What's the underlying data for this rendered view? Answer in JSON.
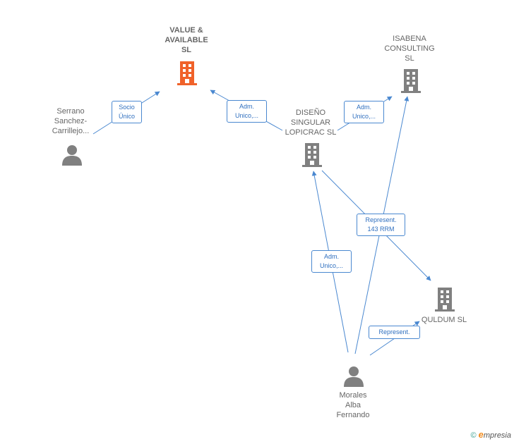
{
  "colors": {
    "edge": "#4a88d0",
    "company_main": "#f0622a",
    "company": "#808080",
    "person": "#808080"
  },
  "nodes": {
    "value_available": {
      "label_lines": [
        "VALUE &",
        "AVAILABLE",
        "SL"
      ],
      "icon": "building-icon"
    },
    "isabena": {
      "label_lines": [
        "ISABENA",
        "CONSULTING",
        "SL"
      ],
      "icon": "building-icon"
    },
    "diseno": {
      "label_lines": [
        "DISEÑO",
        "SINGULAR",
        "LOPICRAC  SL"
      ],
      "icon": "building-icon"
    },
    "quldum": {
      "label_lines": [
        "QULDUM  SL"
      ],
      "icon": "building-icon"
    },
    "serrano": {
      "label_lines": [
        "Serrano",
        "Sanchez-",
        "Carrillejo..."
      ],
      "icon": "person-icon"
    },
    "morales": {
      "label_lines": [
        "Morales",
        "Alba",
        "Fernando"
      ],
      "icon": "person-icon"
    }
  },
  "edges": {
    "socio_unico": {
      "lines": [
        "Socio",
        "Único"
      ]
    },
    "adm_value": {
      "lines": [
        "Adm.",
        "Unico,..."
      ]
    },
    "adm_isabena": {
      "lines": [
        "Adm.",
        "Unico,..."
      ]
    },
    "represent_143": {
      "lines": [
        "Represent.",
        "143 RRM"
      ]
    },
    "adm_diseno": {
      "lines": [
        "Adm.",
        "Unico,..."
      ]
    },
    "represent_quldum": {
      "lines": [
        "Represent."
      ]
    }
  },
  "footer": {
    "copyright": "©",
    "brand_initial": "e",
    "brand_rest": "mpresia"
  }
}
